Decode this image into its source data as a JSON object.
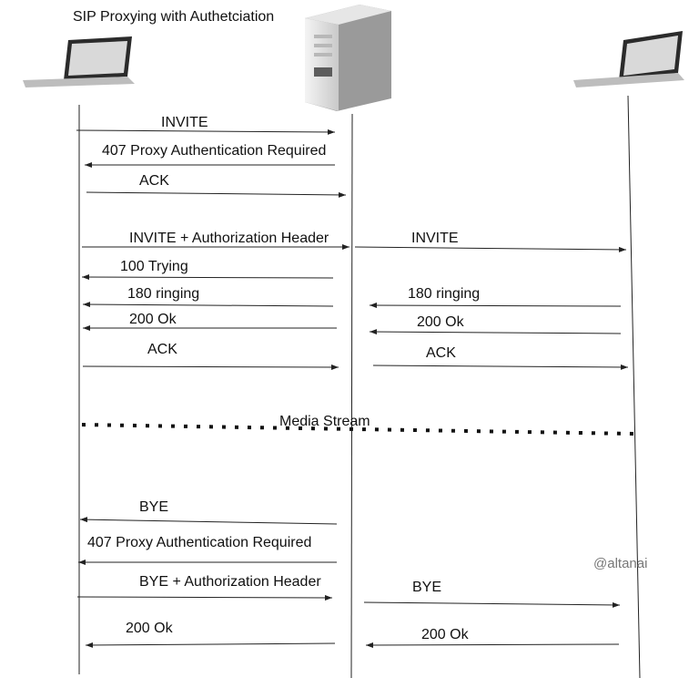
{
  "title": "SIP Proxying with Authetciation",
  "watermark": "@altanai",
  "participants": [
    {
      "icon": "laptop-icon"
    },
    {
      "icon": "server-icon"
    },
    {
      "icon": "laptop-icon"
    }
  ],
  "messages": [
    {
      "label": "INVITE",
      "from": 0,
      "to": 1
    },
    {
      "label": "407 Proxy Authentication Required",
      "from": 1,
      "to": 0
    },
    {
      "label": "ACK",
      "from": 0,
      "to": 1
    },
    {
      "label": "INVITE + Authorization Header",
      "from": 0,
      "to": 1
    },
    {
      "label": "INVITE",
      "from": 1,
      "to": 2
    },
    {
      "label": "100 Trying",
      "from": 1,
      "to": 0
    },
    {
      "label": "180 ringing",
      "from": 1,
      "to": 0
    },
    {
      "label": "180 ringing",
      "from": 2,
      "to": 1
    },
    {
      "label": "200 Ok",
      "from": 1,
      "to": 0
    },
    {
      "label": "200 Ok",
      "from": 2,
      "to": 1
    },
    {
      "label": "ACK",
      "from": 0,
      "to": 1
    },
    {
      "label": "ACK",
      "from": 1,
      "to": 2
    },
    {
      "label": "Media Stream",
      "from": 0,
      "to": 2,
      "style": "dotted"
    },
    {
      "label": "BYE",
      "from": 1,
      "to": 0
    },
    {
      "label": "407 Proxy Authentication Required",
      "from": 1,
      "to": 0
    },
    {
      "label": "BYE + Authorization  Header",
      "from": 0,
      "to": 1
    },
    {
      "label": "BYE",
      "from": 1,
      "to": 2
    },
    {
      "label": "200 Ok",
      "from": 1,
      "to": 0
    },
    {
      "label": "200 Ok",
      "from": 2,
      "to": 1
    }
  ]
}
